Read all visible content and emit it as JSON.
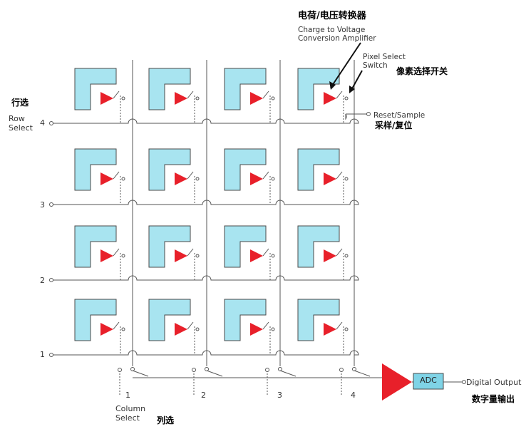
{
  "title_cn": "电荷/电压转换器",
  "title_en": "Charge to Voltage Conversion Amplifier",
  "pixel_select_en": "Pixel Select Switch",
  "pixel_select_cn": "像素选择开关",
  "reset_en": "Reset/Sample",
  "reset_cn": "采样/复位",
  "row_select_cn": "行选",
  "row_select_en": "Row Select",
  "row_numbers": [
    "4",
    "3",
    "2",
    "1"
  ],
  "column_numbers": [
    "1",
    "2",
    "3",
    "4"
  ],
  "column_select_en": "Column Select",
  "column_select_cn": "列选",
  "adc_label": "ADC",
  "digital_output_en": "Digital Output",
  "digital_output_cn": "数字量输出",
  "colors": {
    "pixel_fill": "#a8e4f0",
    "pixel_stroke": "#4a4a4a",
    "amplifier": "#e8202a",
    "wire": "#555555",
    "adc_fill": "#7fd3e6"
  }
}
